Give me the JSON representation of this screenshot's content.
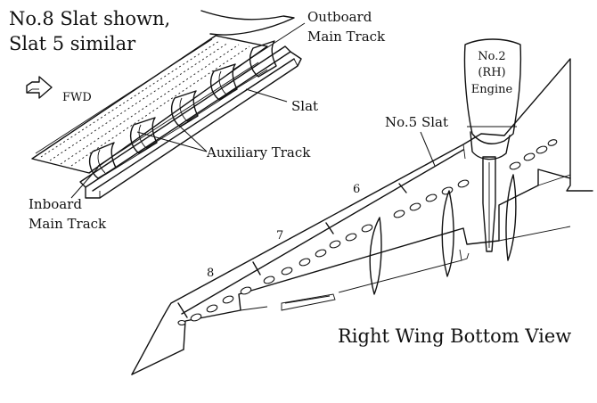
{
  "caption": {
    "line1": "No.8 Slat shown,",
    "line2": "Slat 5 similar"
  },
  "fwd": {
    "label": "FWD",
    "arrow_icon": "arrow-right-icon"
  },
  "callouts": {
    "outboard_line1": "Outboard",
    "outboard_line2": "Main Track",
    "slat": "Slat",
    "auxiliary_track": "Auxiliary Track",
    "inboard_line1": "Inboard",
    "inboard_line2": "Main Track"
  },
  "engine": {
    "line1": "No.2",
    "line2": "(RH)",
    "line3": "Engine"
  },
  "slat_labels": {
    "no5": "No.5 Slat",
    "s6": "6",
    "s7": "7",
    "s8": "8"
  },
  "view_title": "Right Wing Bottom View"
}
